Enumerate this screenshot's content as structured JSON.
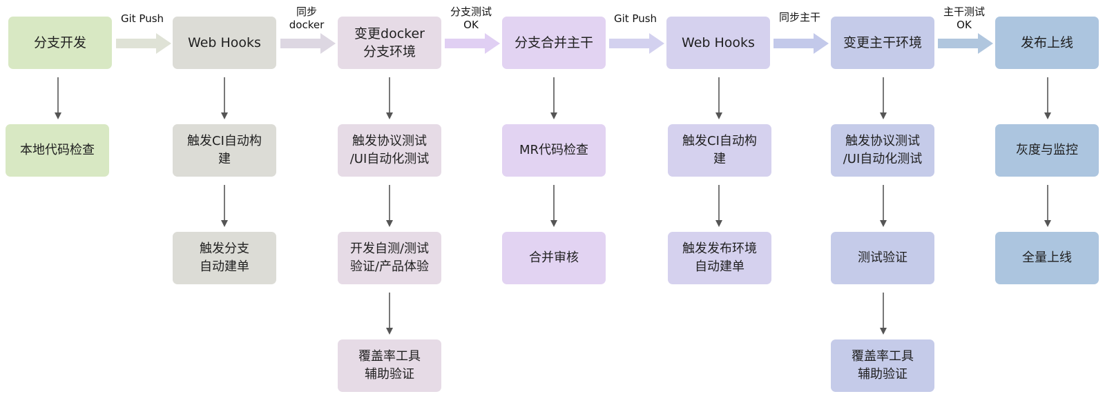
{
  "stages": [
    {
      "title": "分支开发",
      "steps": [
        "本地代码检查"
      ]
    },
    {
      "title": "Web Hooks",
      "steps": [
        "触发CI自动构\n建",
        "触发分支\n自动建单"
      ]
    },
    {
      "title": "变更docker\n分支环境",
      "steps": [
        "触发协议测试\n/UI自动化测试",
        "开发自测/测试\n验证/产品体验",
        "覆盖率工具\n辅助验证"
      ]
    },
    {
      "title": "分支合并主干",
      "steps": [
        "MR代码检查",
        "合并审核"
      ]
    },
    {
      "title": "Web Hooks",
      "steps": [
        "触发CI自动构\n建",
        "触发发布环境\n自动建单"
      ]
    },
    {
      "title": "变更主干环境",
      "steps": [
        "触发协议测试\n/UI自动化测试",
        "测试验证",
        "覆盖率工具\n辅助验证"
      ]
    },
    {
      "title": "发布上线",
      "steps": [
        "灰度与监控",
        "全量上线"
      ]
    }
  ],
  "transitions": [
    "Git Push",
    "同步\ndocker",
    "分支测试\nOK",
    "Git Push",
    "同步主干",
    "主干测试\nOK"
  ],
  "colors": {
    "stage_fills": [
      "#d8e8c3",
      "#dcdcd6",
      "#e6dbe6",
      "#e2d3f2",
      "#d5d1ee",
      "#c5cbe9",
      "#acc5df"
    ],
    "horizontal_arrows": [
      "#dfe2d6",
      "#ddd7e2",
      "#e0cff3",
      "#d3d1ef",
      "#c3c9ea",
      "#b0c6de"
    ],
    "vertical_arrows": "#555555"
  }
}
